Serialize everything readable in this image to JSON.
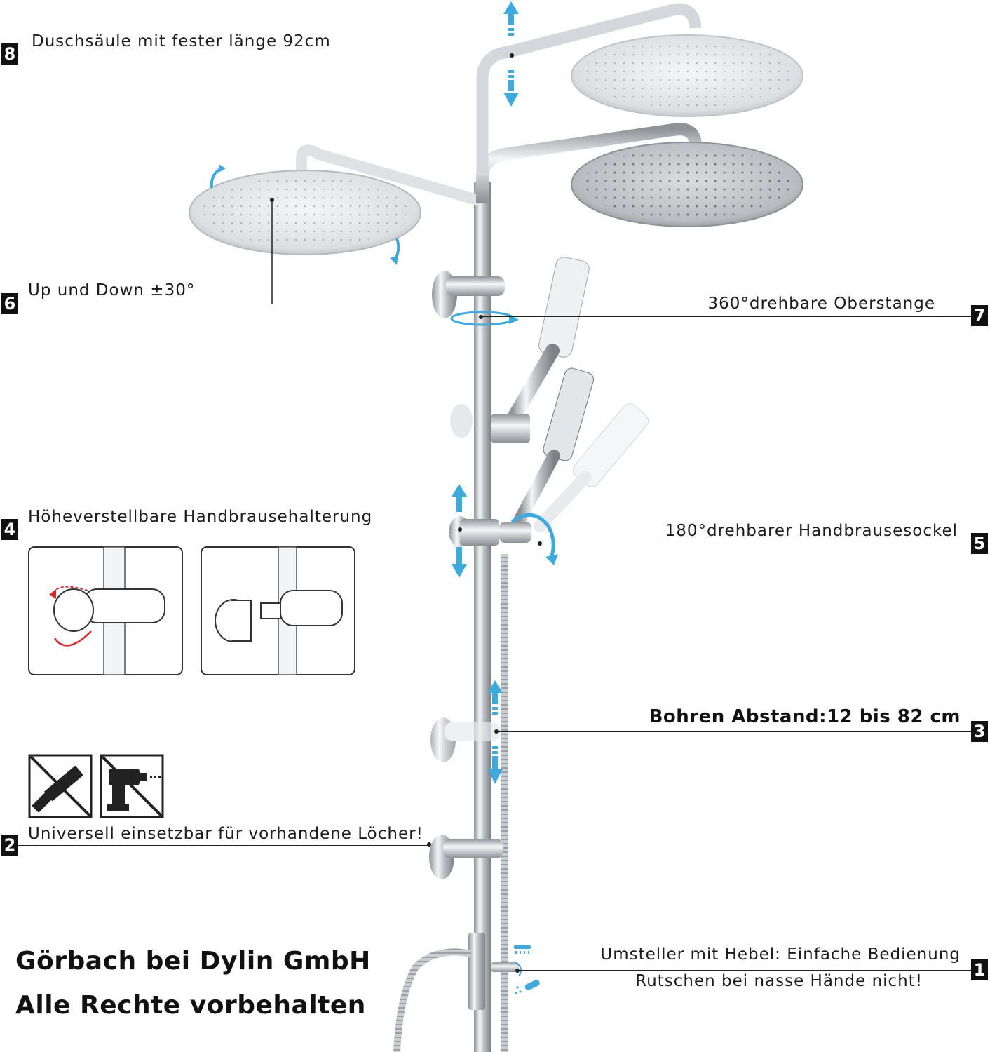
{
  "callouts": [
    {
      "number": "1",
      "text_lines": [
        "Umsteller mit Hebel: Einfache Bedienung",
        "Rutschen bei nasse Hände nicht!"
      ]
    },
    {
      "number": "2",
      "text": "Universell einsetzbar für vorhandene Löcher!"
    },
    {
      "number": "3",
      "text": "Bohren Abstand:12 bis 82 cm"
    },
    {
      "number": "4",
      "text": "Höheverstellbare Handbrausehalterung"
    },
    {
      "number": "5",
      "text": "180°drehbarer Handbrausesockel"
    },
    {
      "number": "6",
      "text": "Up und Down ±30°"
    },
    {
      "number": "7",
      "text": "360°drehbare Oberstange"
    },
    {
      "number": "8",
      "text": "Duschsäule mit fester länge 92cm"
    }
  ],
  "footer": {
    "line1": "Görbach bei Dylin GmbH",
    "line2": "Alle Rechte vorbehalten"
  },
  "icons": [
    "no-hammer-icon",
    "no-drill-icon",
    "rotate-arrow-icon",
    "up-down-arrow-icon",
    "rain-shower-icon",
    "hand-shower-icon"
  ],
  "colors": {
    "accent": "#3fa9dc",
    "rotate_red": "#d62b2b",
    "chrome": "#c8ccd0",
    "text": "#1c1c1c"
  }
}
